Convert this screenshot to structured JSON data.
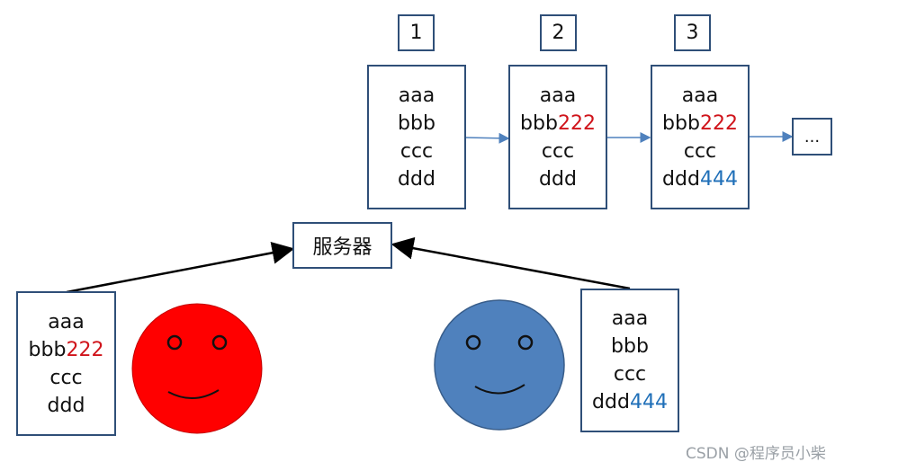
{
  "versions": [
    {
      "number": "1",
      "lines": [
        {
          "base": "aaa",
          "suffix": ""
        },
        {
          "base": "bbb",
          "suffix": ""
        },
        {
          "base": "ccc",
          "suffix": ""
        },
        {
          "base": "ddd",
          "suffix": ""
        }
      ]
    },
    {
      "number": "2",
      "lines": [
        {
          "base": "aaa",
          "suffix": ""
        },
        {
          "base": "bbb",
          "suffix": "222"
        },
        {
          "base": "ccc",
          "suffix": ""
        },
        {
          "base": "ddd",
          "suffix": ""
        }
      ]
    },
    {
      "number": "3",
      "lines": [
        {
          "base": "aaa",
          "suffix": ""
        },
        {
          "base": "bbb",
          "suffix": "222"
        },
        {
          "base": "ccc",
          "suffix": ""
        },
        {
          "base": "ddd",
          "suffix": "444"
        }
      ]
    }
  ],
  "more_label": "...",
  "server_label": "服务器",
  "left_doc": [
    {
      "base": "aaa",
      "suffix": ""
    },
    {
      "base": "bbb",
      "suffix": "222"
    },
    {
      "base": "ccc",
      "suffix": ""
    },
    {
      "base": "ddd",
      "suffix": ""
    }
  ],
  "right_doc": [
    {
      "base": "aaa",
      "suffix": ""
    },
    {
      "base": "bbb",
      "suffix": ""
    },
    {
      "base": "ccc",
      "suffix": ""
    },
    {
      "base": "ddd",
      "suffix": "444"
    }
  ],
  "users": {
    "left_color": "#ff0000",
    "right_color": "#4f81bd"
  },
  "colors": {
    "border": "#2f4f78",
    "edit_red": "#d0141b",
    "edit_blue": "#1f6fb8",
    "arrow_blue": "#4f81bd",
    "arrow_black": "#000000"
  },
  "watermark": "CSDN @程序员小柴"
}
